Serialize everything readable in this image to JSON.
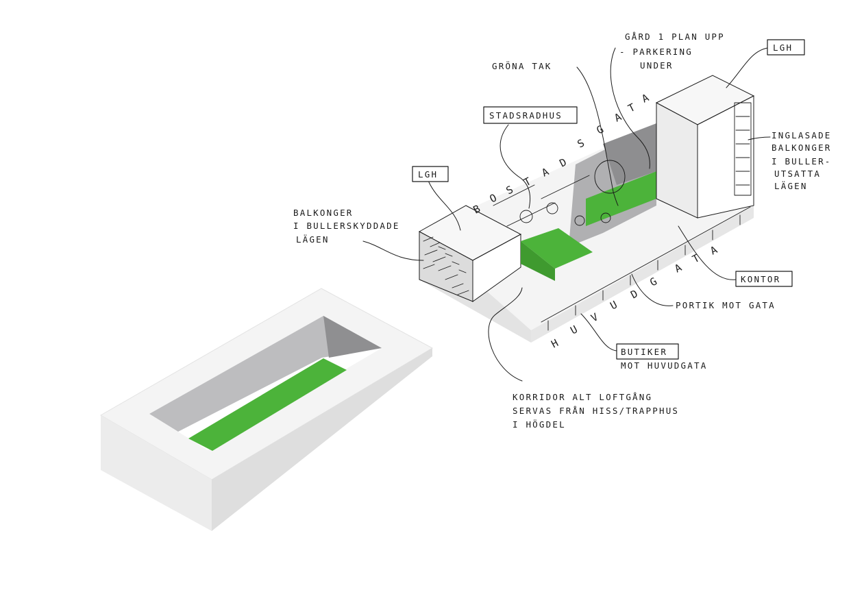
{
  "colors": {
    "paper": "#ffffff",
    "green_roof": "#4cb33a",
    "green_roof_dark": "#3f9a2f",
    "massing_top": "#f4f4f4",
    "massing_side": "#e6e6e6",
    "massing_shadow": "#a9a9ab",
    "ink": "#1a1a1a"
  },
  "labels": {
    "gard": [
      "GÅRD 1 PLAN UPP",
      "- PARKERING",
      "UNDER"
    ],
    "lgh_right": "LGH",
    "grona_tak": "GRÖNA TAK",
    "stadsradhus": "STADSRADHUS",
    "inglasade": [
      "INGLASADE",
      "BALKONGER",
      "I BULLER-",
      "UTSATTA",
      "LÄGEN"
    ],
    "lgh_left": "LGH",
    "balkonger": [
      "BALKONGER",
      "I BULLERSKYDDADE",
      "LÄGEN"
    ],
    "kontor": "KONTOR",
    "portik": "PORTIK MOT GATA",
    "butiker": "BUTIKER",
    "butiker_sub": "MOT HUVUDGATA",
    "korridor": [
      "KORRIDOR ALT LOFTGÅNG",
      "SERVAS FRÅN HISS/TRAPPHUS",
      "I HÖGDEL"
    ]
  },
  "streets": {
    "bostadsgata": [
      "B",
      "O",
      "S",
      "T",
      "A",
      "D",
      "S",
      "G",
      "A",
      "T",
      "A"
    ],
    "huvudgata": [
      "H",
      "U",
      "V",
      "U",
      "D",
      "G",
      "A",
      "T",
      "A"
    ]
  }
}
